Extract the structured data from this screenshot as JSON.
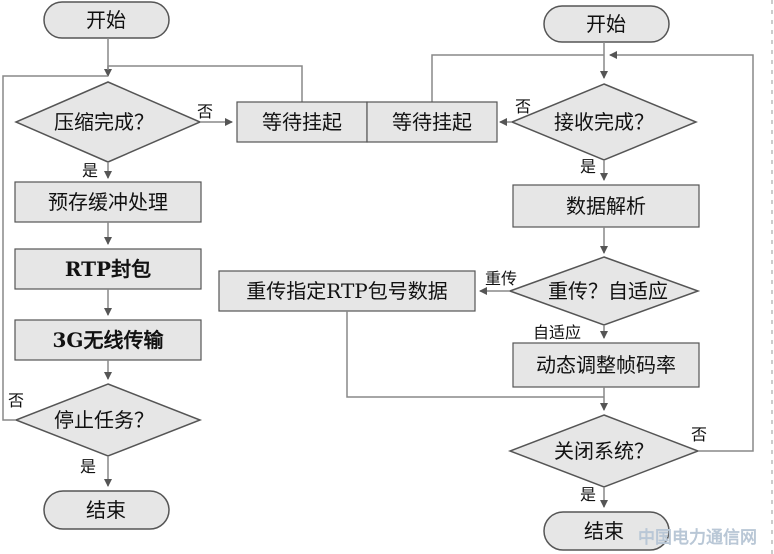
{
  "left_flow": {
    "start": "开始",
    "decision_compress": "压缩完成？",
    "no_label_compress": "否",
    "yes_label_compress": "是",
    "step_prebuffer": "预存缓冲处理",
    "step_rtp": "RTP封包",
    "step_3g": "3G无线传输",
    "decision_stop": "停止任务？",
    "no_label_stop": "否",
    "yes_label_stop": "是",
    "end": "结束"
  },
  "middle": {
    "wait_left": "等待挂起",
    "wait_right": "等待挂起"
  },
  "right_flow": {
    "start": "开始",
    "decision_receive": "接收完成？",
    "no_label_receive": "否",
    "yes_label_receive": "是",
    "step_parse": "数据解析",
    "decision_retrans": "重传？自适应",
    "label_retrans": "重传",
    "label_adaptive": "自适应",
    "step_retrans": "重传指定RTP包号数据",
    "step_adjust": "动态调整帧码率",
    "decision_close": "关闭系统？",
    "no_label_close": "否",
    "yes_label_close": "是",
    "end": "结束"
  },
  "watermark": "中国电力通信网",
  "colors": {
    "box_fill": "#e6e6e6",
    "stroke": "#555555",
    "connector": "#888888",
    "arrow": "#555555"
  }
}
